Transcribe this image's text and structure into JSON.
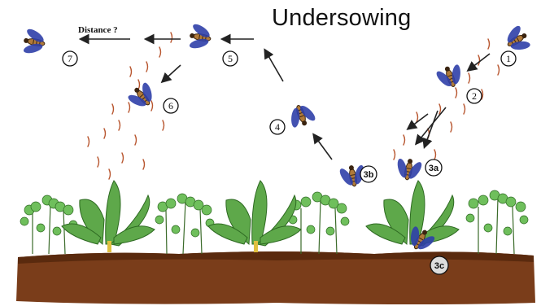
{
  "title": "Undersowing",
  "distance_label": "Distance ?",
  "stages": [
    "1",
    "2",
    "3a",
    "3b",
    "3c",
    "4",
    "5",
    "6",
    "7"
  ],
  "colors": {
    "soil": "#7a3d1a",
    "soil_top": "#5a2a0e",
    "leaf": "#5ea84a",
    "clover": "#6fbf5c",
    "fly_wing": "#2f3fa8",
    "fly_body": "#b07a3a",
    "odour": "#b8562f"
  }
}
